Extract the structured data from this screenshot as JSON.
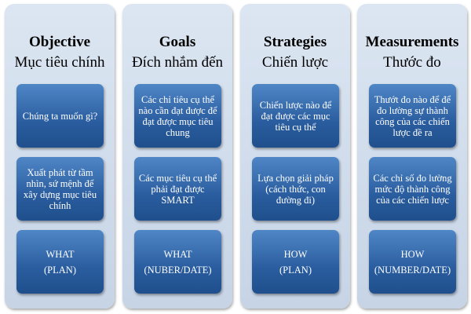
{
  "columns": [
    {
      "title": "Objective",
      "subtitle": "Mục tiêu chính",
      "boxes": [
        "Chúng ta muốn gì?",
        "Xuất phát từ tầm nhìn, sứ mệnh để xây dựng mục tiêu chính"
      ],
      "bottom": [
        "WHAT",
        "(PLAN)"
      ]
    },
    {
      "title": "Goals",
      "subtitle": "Đích nhắm đến",
      "boxes": [
        "Các chỉ tiêu cụ thể nào cần đạt được để đạt được mục tiêu chung",
        "Các mục tiêu cụ thể phải đạt được SMART"
      ],
      "bottom": [
        "WHAT",
        "(NUBER/DATE)"
      ]
    },
    {
      "title": "Strategies",
      "subtitle": "Chiến lược",
      "boxes": [
        "Chiến lược nào để đạt được các mục tiêu cụ thể",
        "Lựa chọn giải pháp (cách thức, con đường đi)"
      ],
      "bottom": [
        "HOW",
        "(PLAN)"
      ]
    },
    {
      "title": "Measurements",
      "subtitle": "Thước đo",
      "boxes": [
        "Thướt đo nào để để đo lường sự thành công của các chiến lược đề ra",
        "Các chỉ số đo lường mức độ thành công của các chiến lược"
      ],
      "bottom": [
        "HOW",
        "(NUMBER/DATE)"
      ]
    }
  ]
}
